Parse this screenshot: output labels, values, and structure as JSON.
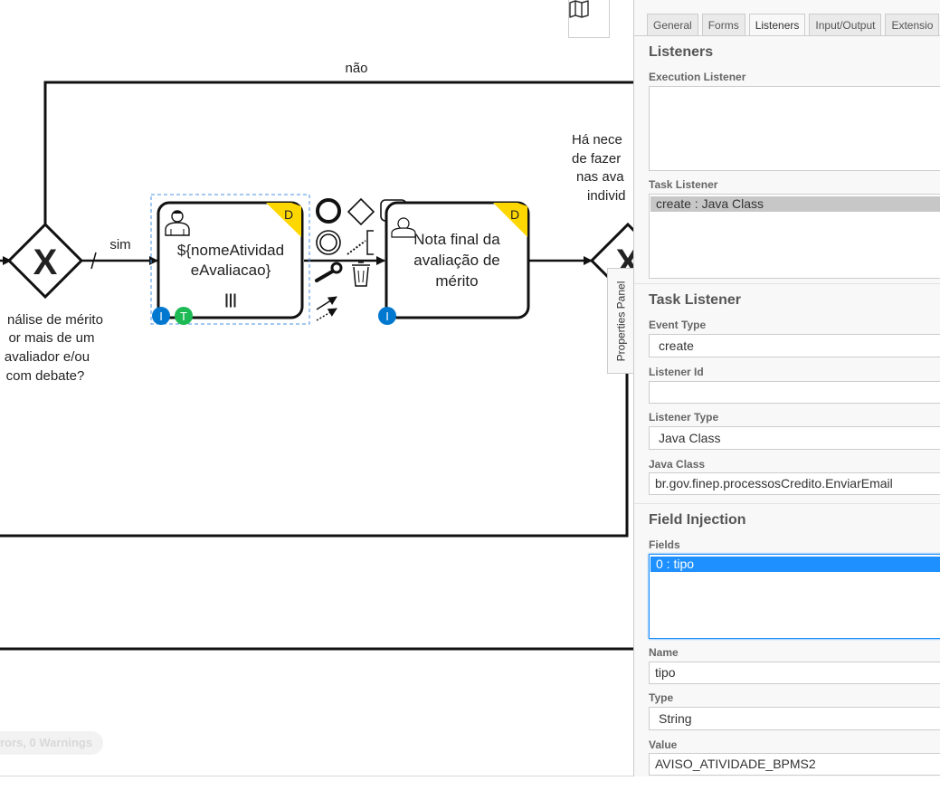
{
  "diagram": {
    "flow_label_no": "não",
    "flow_label_yes": "sim",
    "left_gateway_question": [
      "nálise de mérito",
      "or mais de um",
      "avaliador e/ou",
      "com debate?"
    ],
    "right_gateway_question": [
      "Há nece",
      "de fazer",
      "nas ava",
      "individ"
    ],
    "gateway_symbol": "X",
    "task1": {
      "name_lines": [
        "${nomeAtividad",
        "eAvaliacao}"
      ],
      "corner_marker": "D",
      "badges": [
        "I",
        "T"
      ],
      "multi_instance_marker": "|||"
    },
    "task2": {
      "name_lines": [
        "Nota final da",
        "avaliação de",
        "mérito"
      ],
      "corner_marker": "D",
      "badges": [
        "I"
      ]
    }
  },
  "status": {
    "text": "rors, 0 Warnings"
  },
  "panel_toggle": {
    "label": "Properties Panel"
  },
  "properties_panel": {
    "tabs": [
      {
        "label": "General",
        "active": false
      },
      {
        "label": "Forms",
        "active": false
      },
      {
        "label": "Listeners",
        "active": true
      },
      {
        "label": "Input/Output",
        "active": false
      },
      {
        "label": "Extensio",
        "active": false
      }
    ],
    "listeners_group": {
      "title": "Listeners",
      "execution_listener_label": "Execution Listener",
      "execution_listener_items": [],
      "task_listener_label": "Task Listener",
      "task_listener_items": [
        "create : Java Class"
      ]
    },
    "task_listener_group": {
      "title": "Task Listener",
      "event_type_label": "Event Type",
      "event_type_value": "create",
      "listener_id_label": "Listener Id",
      "listener_id_value": "",
      "listener_type_label": "Listener Type",
      "listener_type_value": "Java Class",
      "java_class_label": "Java Class",
      "java_class_value": "br.gov.finep.processosCredito.EnviarEmail"
    },
    "field_injection_group": {
      "title": "Field Injection",
      "fields_label": "Fields",
      "fields_items": [
        "0 : tipo"
      ],
      "name_label": "Name",
      "name_value": "tipo",
      "type_label": "Type",
      "type_value": "String",
      "value_label": "Value",
      "value_value": "AVISO_ATIVIDADE_BPMS2"
    }
  },
  "colors": {
    "accent_blue": "#1e90ff",
    "marker_yellow": "#ffd700",
    "badge_blue": "#0078d0",
    "badge_green": "#1db954",
    "selection_dash": "#4a90e2"
  },
  "icons": {
    "map": "map-icon",
    "user_task": "user-icon",
    "trash": "trash-icon",
    "wrench": "wrench-icon"
  }
}
